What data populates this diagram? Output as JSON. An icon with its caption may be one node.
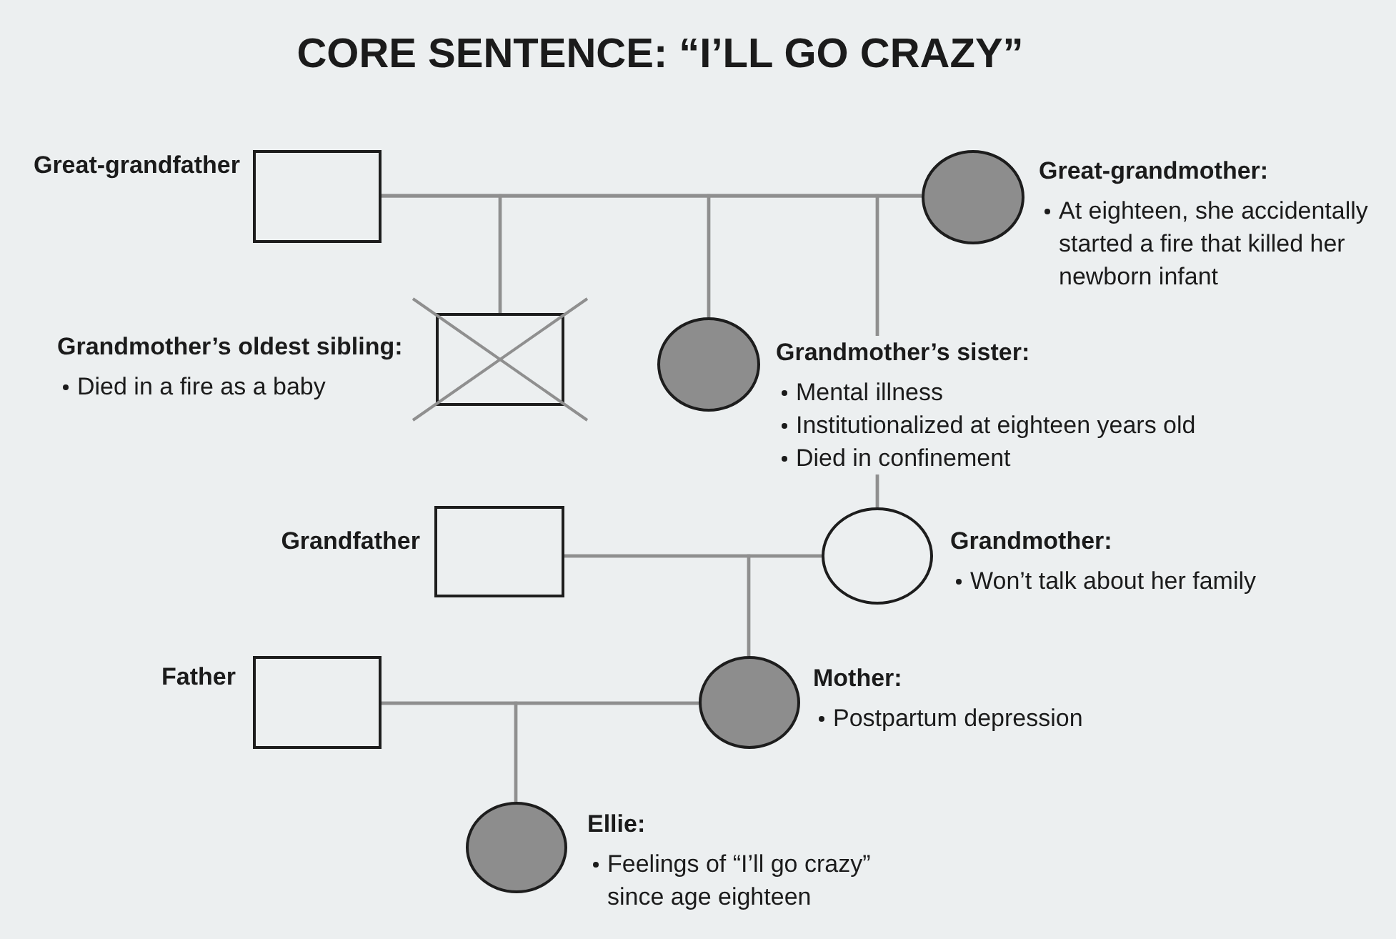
{
  "diagram": {
    "title": "CORE SENTENCE: “I’LL GO CRAZY”",
    "nodes": [
      {
        "text": [],
        "shape": "box",
        "beside": [
          "Great-grandfather"
        ]
      },
      {
        "text": [],
        "shape": "circle",
        "beside": [
          "Great-grandmother:",
          "At eighteen, she accidentally started a fire that killed her newborn infant"
        ]
      },
      {
        "text": [],
        "shape": "box",
        "beside": [
          "Grandmother’s oldest sibling:",
          "Died in a fire as a baby"
        ]
      },
      {
        "text": [],
        "shape": "circle",
        "beside": [
          "Grandmother’s sister:",
          "Mental illness",
          "Institutionalized at eighteen years old",
          "Died in confinement"
        ]
      },
      {
        "text": [],
        "shape": "box",
        "beside": [
          "Grandfather"
        ]
      },
      {
        "text": [],
        "shape": "circle",
        "beside": [
          "Grandmother:",
          "Won’t talk about her family"
        ]
      },
      {
        "text": [],
        "shape": "box",
        "beside": [
          "Father"
        ]
      },
      {
        "text": [],
        "shape": "circle",
        "beside": [
          "Mother:",
          "Postpartum depression"
        ]
      },
      {
        "text": [],
        "shape": "circle",
        "beside": [
          "Ellie:",
          "Feelings of “I’ll go crazy” since age eighteen"
        ]
      }
    ],
    "edges": [
      {
        "from": 0,
        "to": 1,
        "arrow": "none"
      },
      {
        "from": 0,
        "to": 2,
        "arrow": "none"
      },
      {
        "from": 1,
        "to": 2,
        "arrow": "none"
      },
      {
        "from": 0,
        "to": 3,
        "arrow": "none"
      },
      {
        "from": 1,
        "to": 3,
        "arrow": "none"
      },
      {
        "from": 0,
        "to": 5,
        "arrow": "none"
      },
      {
        "from": 1,
        "to": 5,
        "arrow": "none"
      },
      {
        "from": 4,
        "to": 5,
        "arrow": "none"
      },
      {
        "from": 4,
        "to": 7,
        "arrow": "none"
      },
      {
        "from": 5,
        "to": 7,
        "arrow": "none"
      },
      {
        "from": 6,
        "to": 7,
        "arrow": "none"
      },
      {
        "from": 6,
        "to": 8,
        "arrow": "none"
      },
      {
        "from": 7,
        "to": 8,
        "arrow": "none"
      }
    ]
  }
}
